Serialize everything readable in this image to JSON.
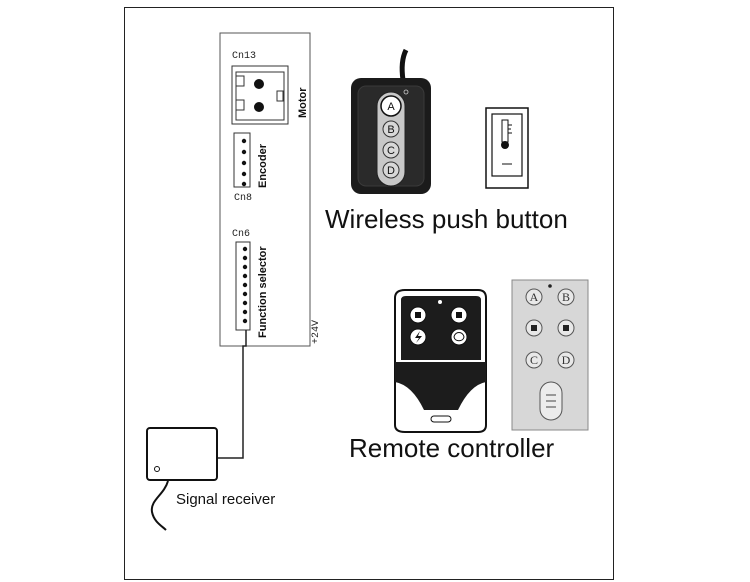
{
  "board": {
    "cn13": "Cn13",
    "motor": "Motor",
    "encoder": "Encoder",
    "cn8": "Cn8",
    "cn6": "Cn6",
    "function_selector": "Function selector",
    "v24": "+24V"
  },
  "wireless": {
    "fob_keys": [
      "A",
      "B",
      "C",
      "D"
    ],
    "label": "Wireless push button"
  },
  "remote": {
    "panel_keys": [
      "A",
      "B",
      "C",
      "D"
    ],
    "label": "Remote controller"
  },
  "receiver": {
    "label": "Signal receiver"
  }
}
